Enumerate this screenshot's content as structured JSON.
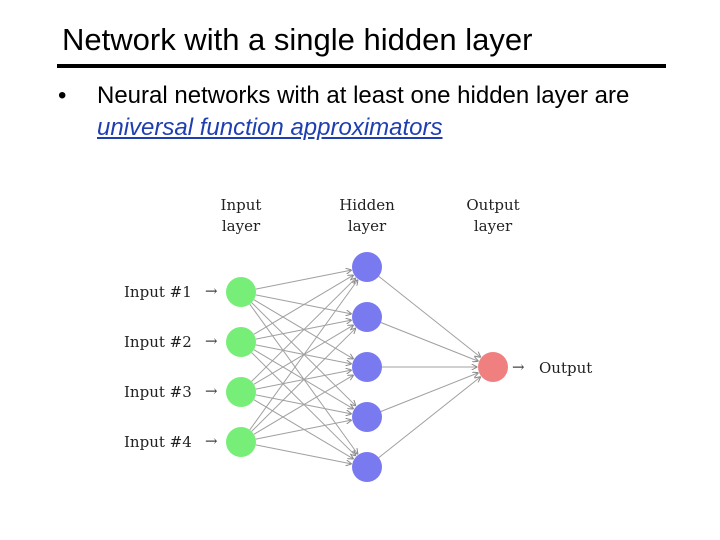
{
  "slide": {
    "title": "Network with a single hidden layer",
    "bullet": {
      "marker": "•",
      "text": "Neural networks with at least one hidden layer are ",
      "link_text": "universal function approximators"
    }
  },
  "diagram": {
    "layer_headers": {
      "input": [
        "Input",
        "layer"
      ],
      "hidden": [
        "Hidden",
        "layer"
      ],
      "output": [
        "Output",
        "layer"
      ]
    },
    "input_labels": [
      "Input #1",
      "Input #2",
      "Input #3",
      "Input #4"
    ],
    "output_label": "Output",
    "arrow_glyph": "→",
    "counts": {
      "input": 4,
      "hidden": 5,
      "output": 1
    },
    "colors": {
      "input": "#77ee77",
      "hidden": "#7a7af0",
      "output": "#f08080",
      "edge": "#a0a0a0"
    }
  }
}
